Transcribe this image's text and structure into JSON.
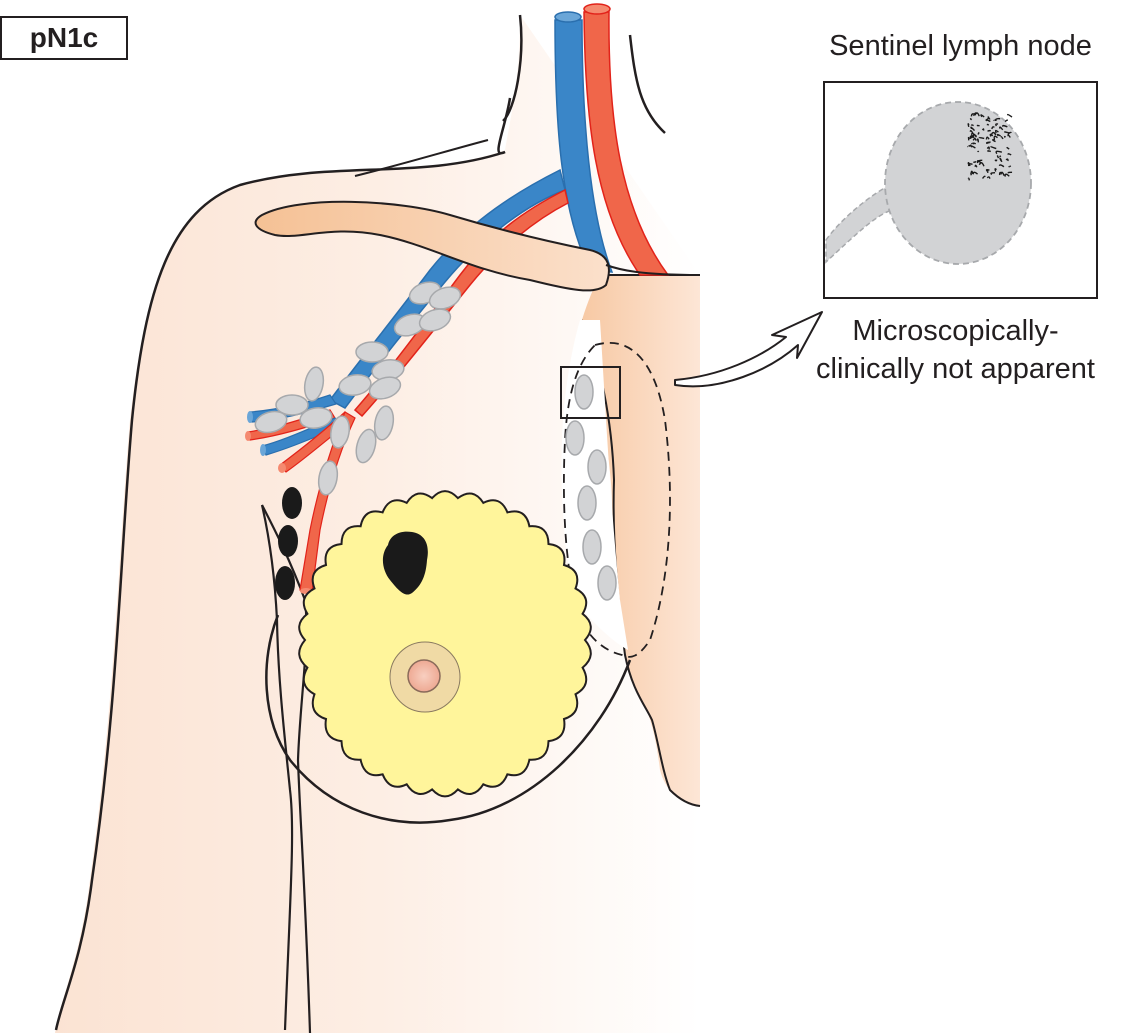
{
  "figure": {
    "stage_label": "pN1c",
    "inset": {
      "title": "Sentinel lymph node"
    },
    "caption": {
      "line1": "Microscopically-",
      "line2": "clinically not apparent"
    }
  },
  "colors": {
    "skin_light": "#fdeee4",
    "skin_shade": "#f9d9c2",
    "clavicle": "#f6c9a3",
    "vein_blue": "#3a86c8",
    "artery_red": "#f0664a",
    "lymph_node_gray": "#d2d3d5",
    "lymph_node_stroke": "#a7a9ac",
    "breast_gland_yellow": "#fff59b",
    "tumor_black": "#1a1a1a",
    "areola": "#ecd3a8",
    "nipple": "#f2b9a4",
    "outline": "#231f20"
  }
}
